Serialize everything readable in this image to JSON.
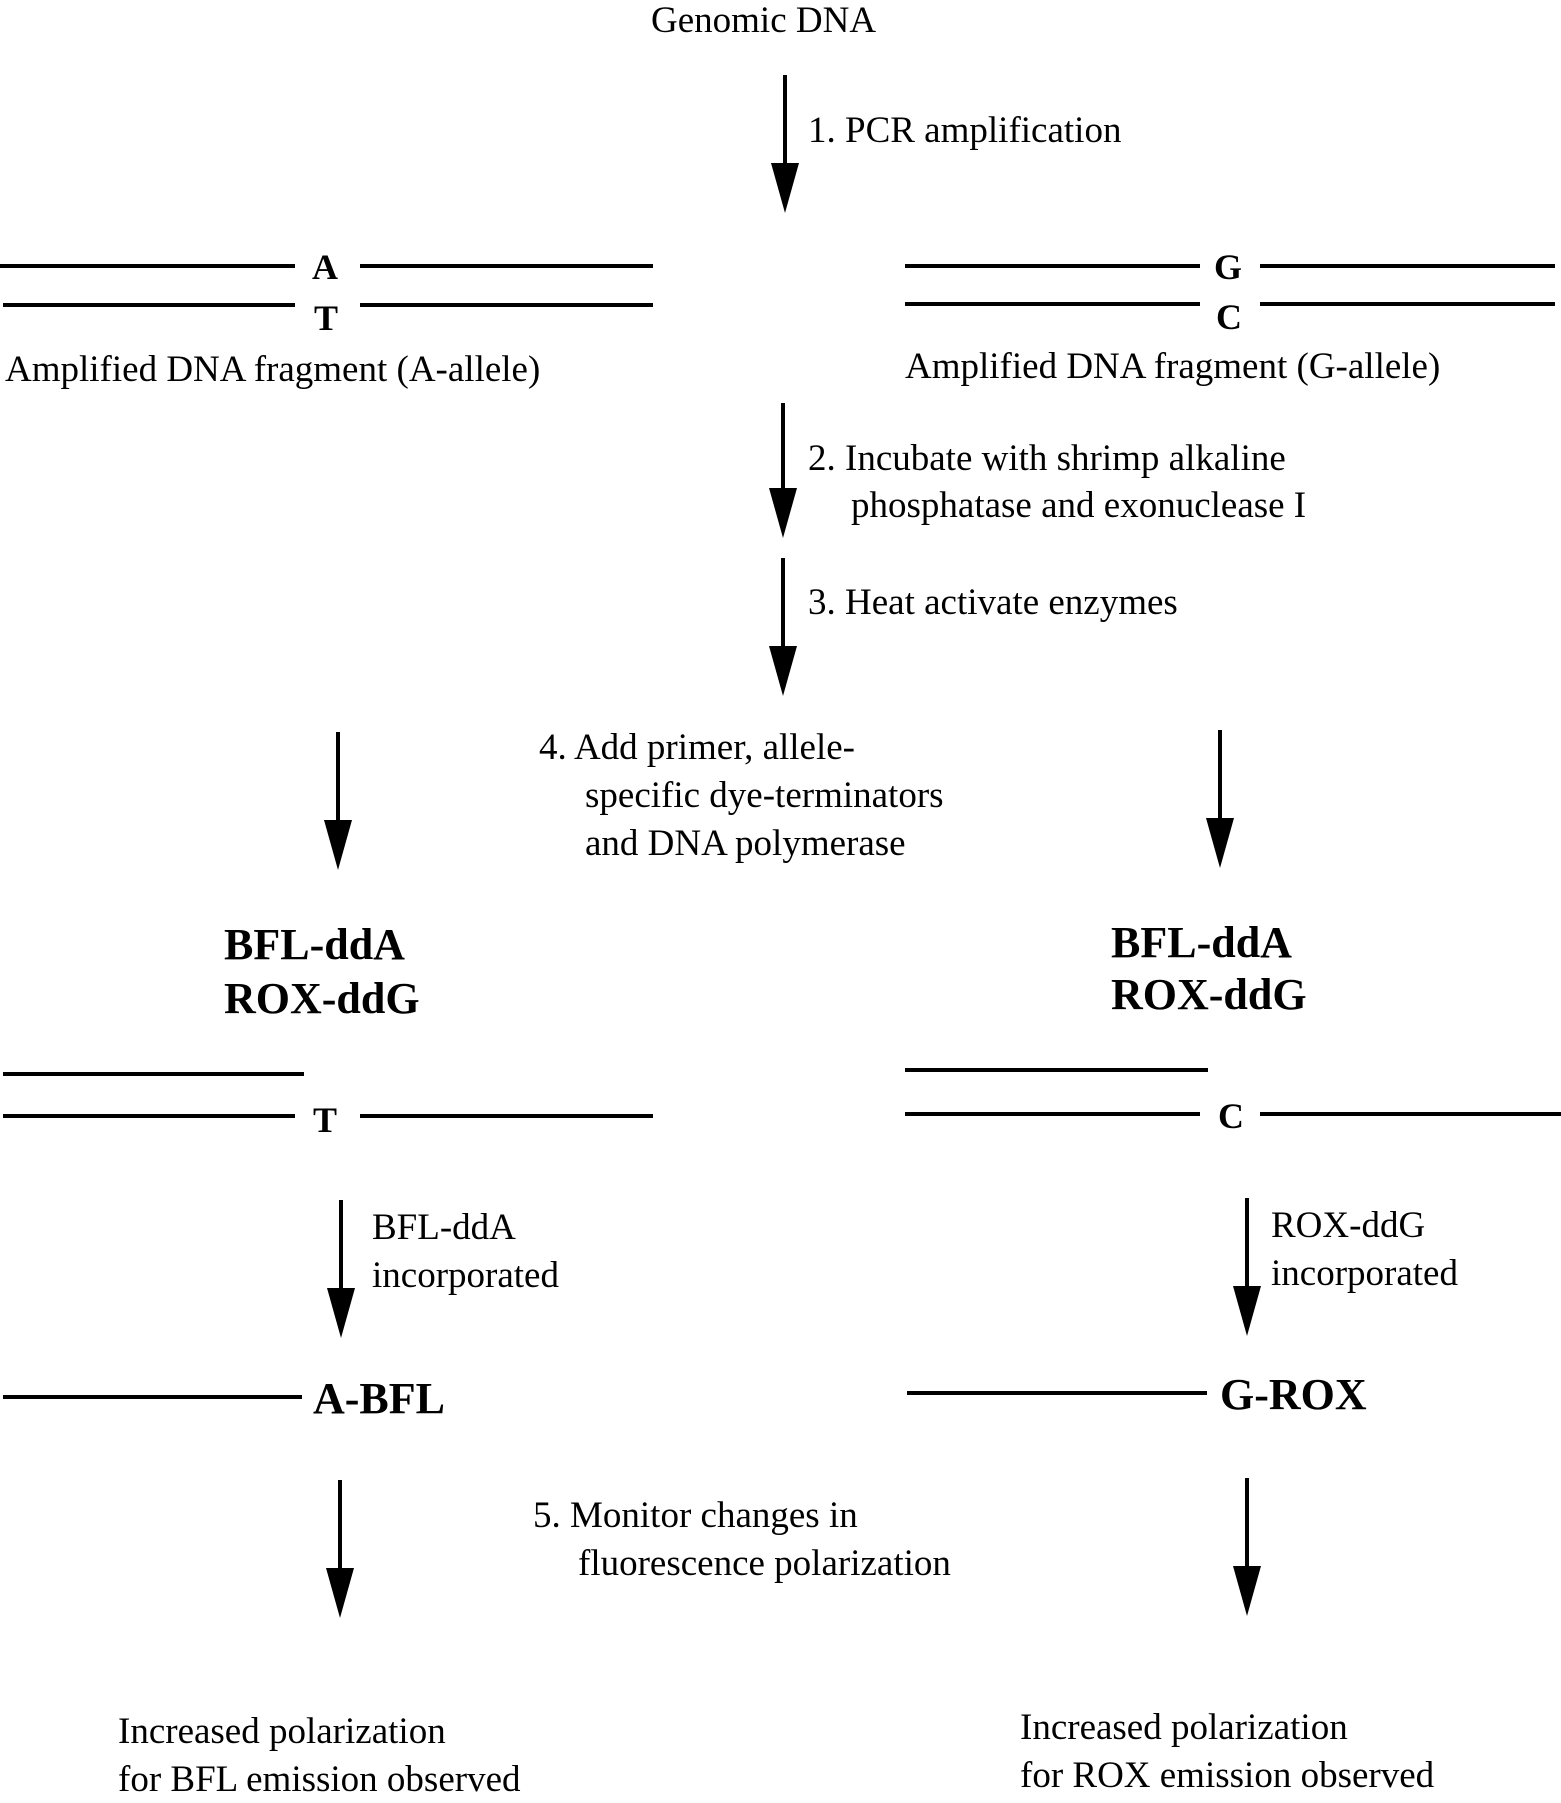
{
  "title": "Genomic DNA",
  "steps": {
    "s1": "1. PCR amplification",
    "s2_line1": "2. Incubate with shrimp alkaline",
    "s2_line2": "phosphatase and exonuclease I",
    "s3": "3. Heat activate enzymes",
    "s4_line1": "4. Add primer, allele-",
    "s4_line2": "specific dye-terminators",
    "s4_line3": "and DNA polymerase",
    "s5_line1": "5. Monitor changes in",
    "s5_line2": "fluorescence polarization"
  },
  "left": {
    "top_base": "A",
    "bottom_base": "T",
    "fragment_label": "Amplified DNA fragment (A-allele)",
    "terminator1": "BFL-ddA",
    "terminator2": "ROX-ddG",
    "template_base": "T",
    "incorp_line1": "BFL-ddA",
    "incorp_line2": "incorporated",
    "product": "A-BFL",
    "result_line1": "Increased polarization",
    "result_line2": "for BFL emission observed"
  },
  "right": {
    "top_base": "G",
    "bottom_base": "C",
    "fragment_label": "Amplified DNA fragment (G-allele)",
    "terminator1": "BFL-ddA",
    "terminator2": "ROX-ddG",
    "template_base": "C",
    "incorp_line1": "ROX-ddG",
    "incorp_line2": "incorporated",
    "product": "G-ROX",
    "result_line1": "Increased polarization",
    "result_line2": "for ROX emission observed"
  }
}
